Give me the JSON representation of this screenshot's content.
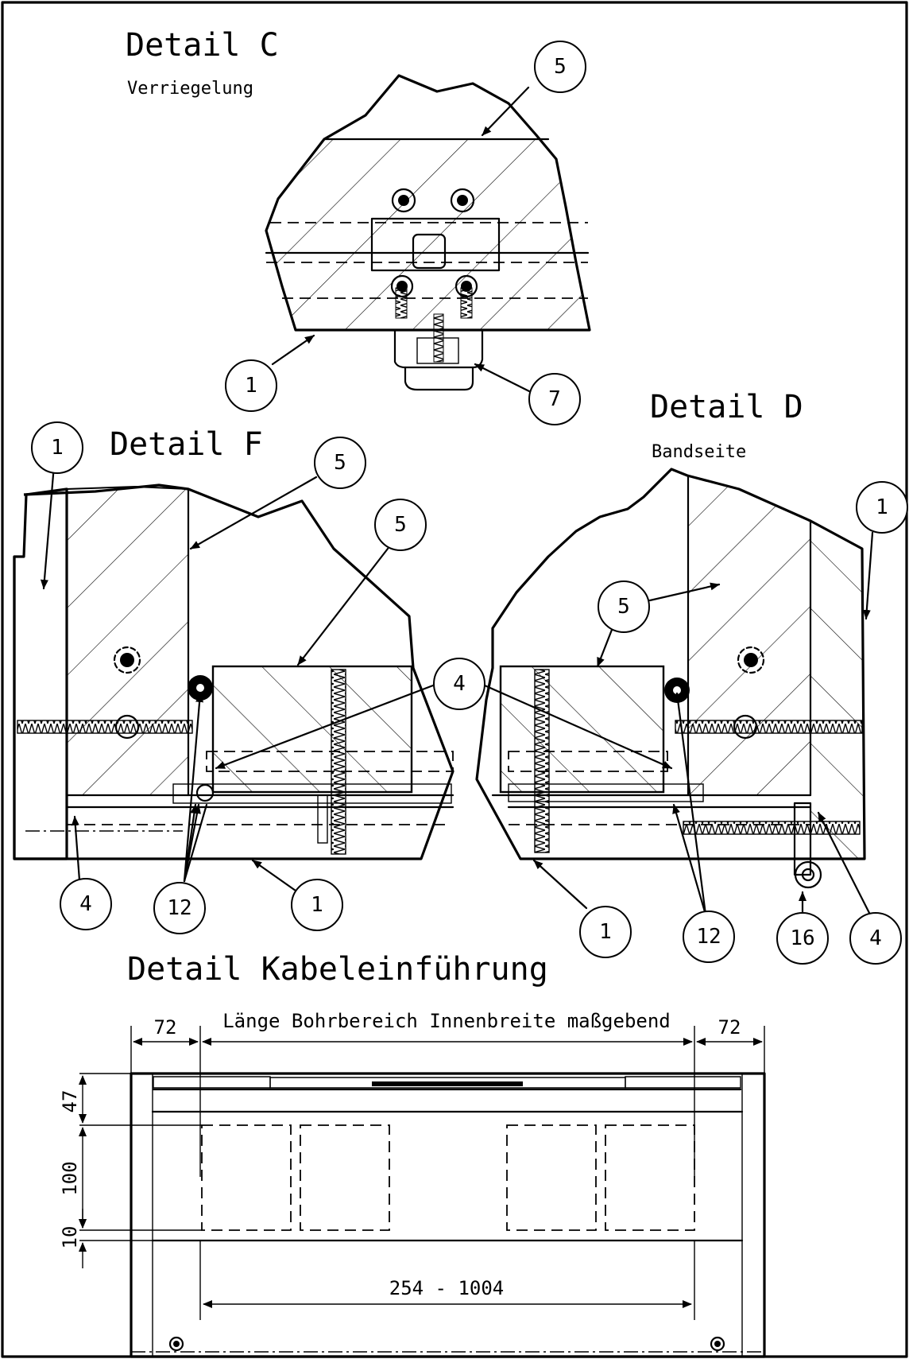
{
  "details": {
    "c": {
      "title": "Detail C",
      "subtitle": "Verriegelung"
    },
    "d": {
      "title": "Detail D",
      "subtitle": "Bandseite"
    },
    "f": {
      "title": "Detail F"
    },
    "kabel": {
      "title": "Detail Kabeleinführung"
    }
  },
  "callouts": {
    "c_5": "5",
    "c_1": "1",
    "c_7": "7",
    "f_1_top": "1",
    "f_5_a": "5",
    "f_5_b": "5",
    "f_4_top": "4",
    "f_4_bottom": "4",
    "f_12": "12",
    "f_1_bottom": "1",
    "d_5": "5",
    "d_1_right": "1",
    "d_1_bottom": "1",
    "d_12": "12",
    "d_16": "16",
    "d_4": "4"
  },
  "dimensions": {
    "left_72": "72",
    "right_72": "72",
    "bohrbereich": "Länge Bohrbereich Innenbreite maßgebend",
    "h_47": "47",
    "h_100": "100",
    "h_10": "10",
    "range": "254 - 1004"
  }
}
